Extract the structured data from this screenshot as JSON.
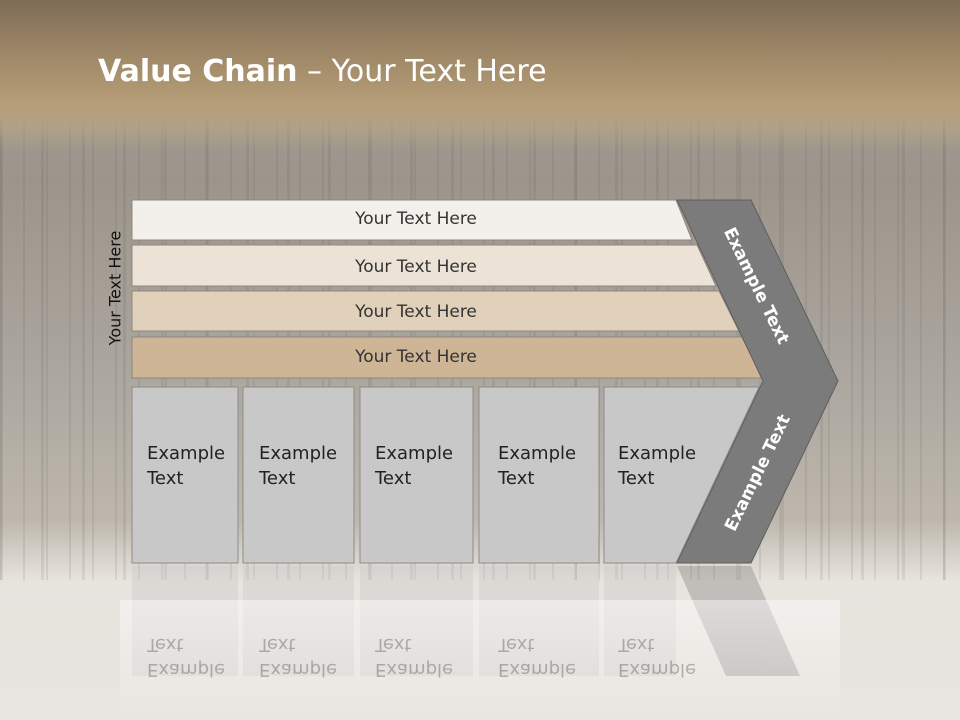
{
  "title": {
    "bold": "Value Chain",
    "rest": " – Your Text Here"
  },
  "vertical_label": "Your Text Here",
  "bands": [
    "Your Text Here",
    "Your Text Here",
    "Your Text Here",
    "Your Text Here"
  ],
  "columns": [
    "Example\nText",
    "Example\nText",
    "Example\nText",
    "Example\nText",
    "Example\nText"
  ],
  "chevron": {
    "top": "Example Text",
    "bottom": "Example Text"
  },
  "colors": {
    "band1": "#f3f0eb",
    "band2": "#ece3d6",
    "band3": "#e1d1bb",
    "band4": "#cdb595",
    "column_fill": "#c8c8c8",
    "chevron_fill": "#7b7b7b"
  }
}
